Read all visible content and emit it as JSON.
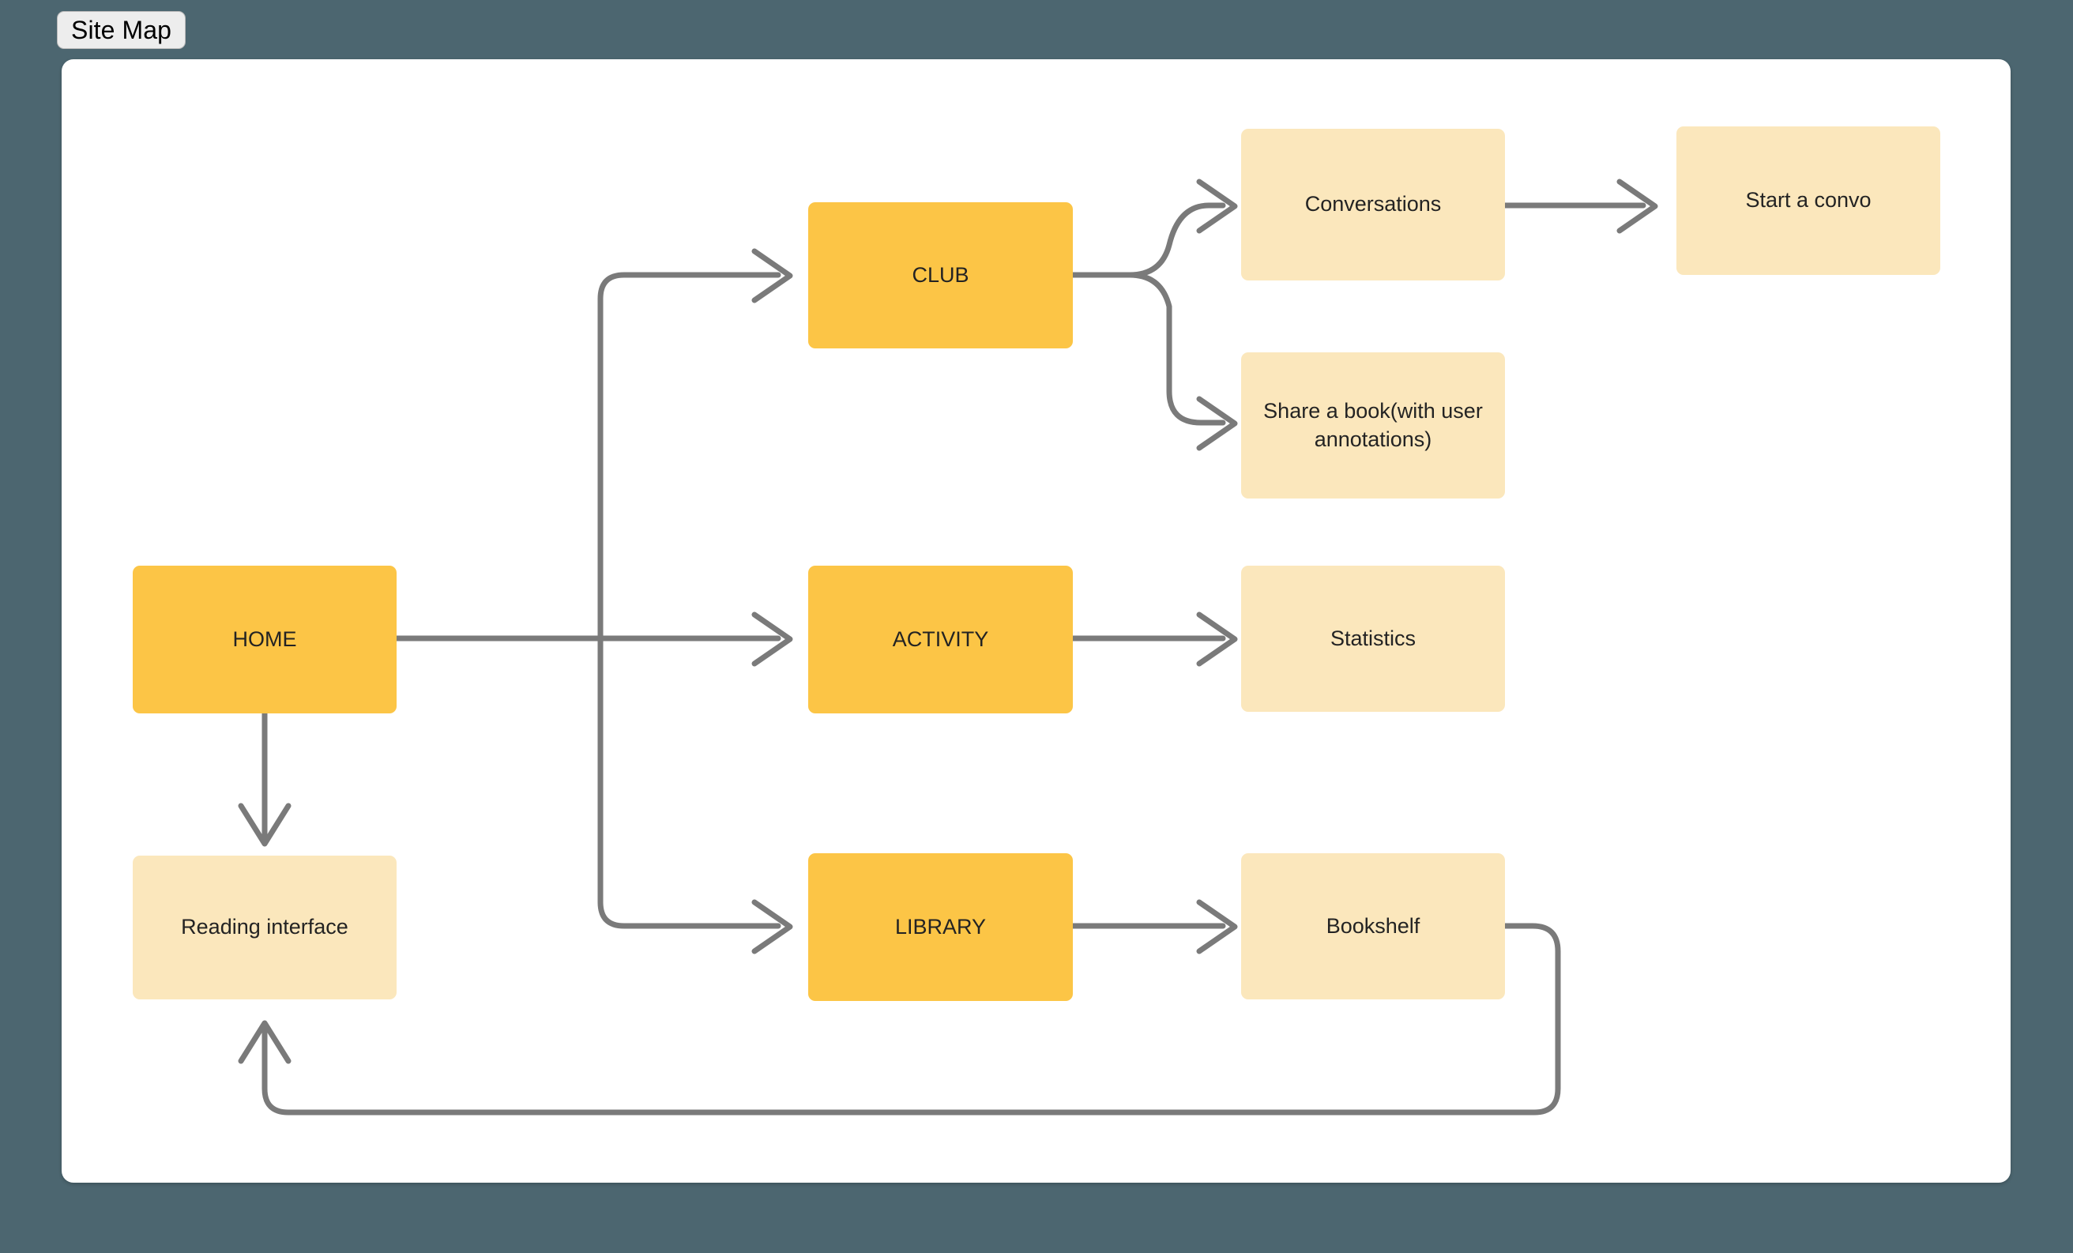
{
  "tab": {
    "label": "Site Map"
  },
  "theme": {
    "background": "#4c6670",
    "canvas": "#ffffff",
    "primary_node": "#fcc546",
    "secondary_node": "#fbe7bc",
    "connector": "#7a7a7a",
    "text": "#232323",
    "tab_background": "#ededed"
  },
  "nodes": {
    "home": {
      "label": "HOME"
    },
    "reading": {
      "label": "Reading interface"
    },
    "club": {
      "label": "CLUB"
    },
    "activity": {
      "label": "ACTIVITY"
    },
    "library": {
      "label": "LIBRARY"
    },
    "conversations": {
      "label": "Conversations"
    },
    "share_book": {
      "label": "Share a book(with user annotations)"
    },
    "statistics": {
      "label": "Statistics"
    },
    "bookshelf": {
      "label": "Bookshelf"
    },
    "start_convo": {
      "label": "Start a convo"
    }
  },
  "edges": [
    {
      "from": "home",
      "to": "club"
    },
    {
      "from": "home",
      "to": "activity"
    },
    {
      "from": "home",
      "to": "library"
    },
    {
      "from": "home",
      "to": "reading"
    },
    {
      "from": "club",
      "to": "conversations"
    },
    {
      "from": "club",
      "to": "share_book"
    },
    {
      "from": "conversations",
      "to": "start_convo"
    },
    {
      "from": "activity",
      "to": "statistics"
    },
    {
      "from": "library",
      "to": "bookshelf"
    },
    {
      "from": "bookshelf",
      "to": "reading"
    }
  ]
}
